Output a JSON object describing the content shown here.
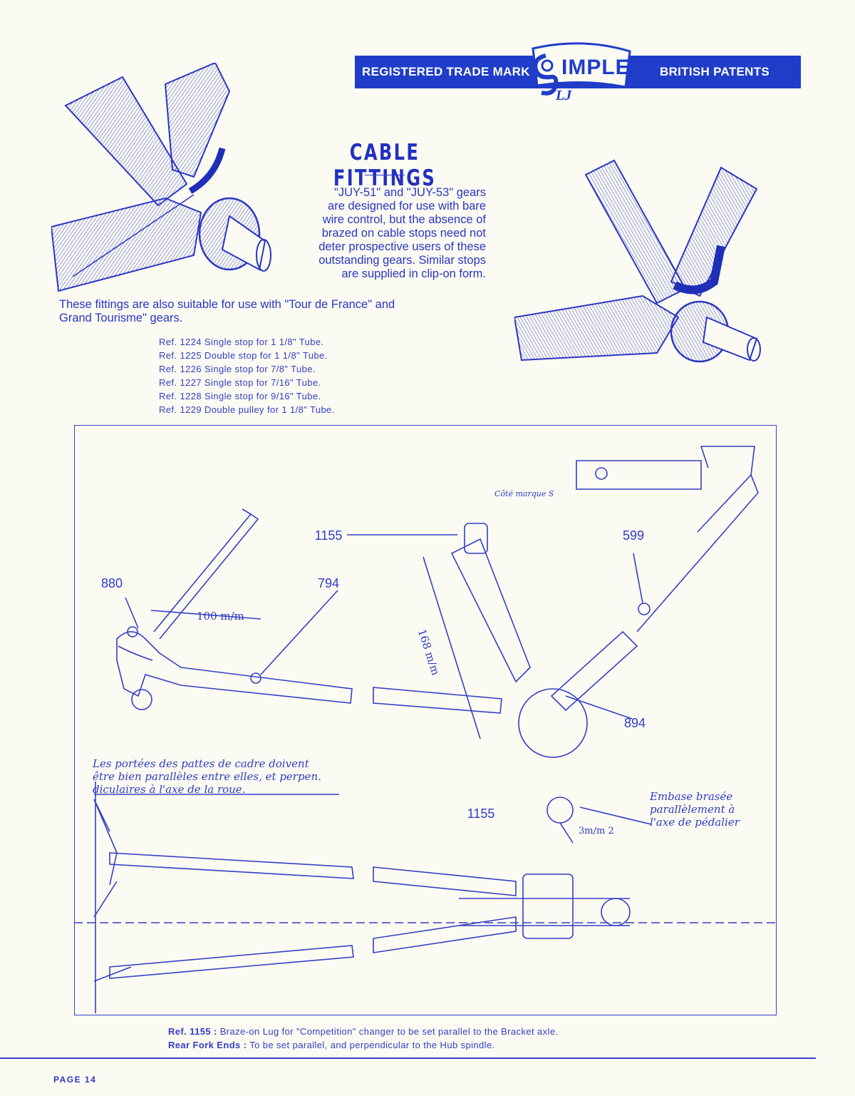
{
  "header": {
    "left_label": "REGISTERED TRADE MARK",
    "right_label": "BRITISH PATENTS",
    "logo_text": "SIMPLEX",
    "logo_initials": "LJ"
  },
  "title": "CABLE FITTINGS",
  "intro": {
    "lines": [
      "\"JUY-51\" and \"JUY-53\" gears",
      "are designed for use with bare",
      "wire control, but the absence of",
      "brazed on cable stops need not",
      "deter prospective users of these",
      "outstanding gears.  Similar stops",
      "are supplied in clip-on form."
    ],
    "continuation": [
      "These fittings are also suitable for use with \"Tour de France\" and",
      "Grand Tourisme\" gears."
    ]
  },
  "references": [
    "Ref. 1224 Single stop for 1 1/8\" Tube.",
    "Ref. 1225 Double stop for 1 1/8\" Tube.",
    "Ref. 1226 Single stop for 7/8\" Tube.",
    "Ref. 1227 Single stop for 7/16\" Tube.",
    "Ref. 1228 Single stop for 9/16\" Tube.",
    "Ref. 1229 Double pulley for 1 1/8\" Tube."
  ],
  "drawing": {
    "callouts": {
      "c880": "880",
      "c794": "794",
      "c1155a": "1155",
      "c599": "599",
      "c894": "894",
      "c1155b": "1155"
    },
    "dimensions": {
      "d100": "100 m/m",
      "d168": "168 m/m",
      "d3": "3m/m 2",
      "cote": "Côté marque S"
    },
    "note_fork": [
      "Les portées des pattes de cadre doivent",
      "être bien parallèles entre elles, et perpen.",
      "diculaires à l'axe de la roue."
    ],
    "note_embase": [
      "Embase brasée",
      "parallèlement à",
      "l'axe de pédalier"
    ]
  },
  "footer": {
    "line1_label": "Ref. 1155 :",
    "line1_text": " Braze-on Lug for \"Competition\" changer to be set parallel to the Bracket axle.",
    "line2_label": "Rear Fork Ends :",
    "line2_text": " To be set parallel, and perpendicular to the Hub spindle.",
    "page": "PAGE 14"
  },
  "colors": {
    "ink": "#2a36c4",
    "banner": "#1f3dc8",
    "paper": "#fbfaf3"
  }
}
